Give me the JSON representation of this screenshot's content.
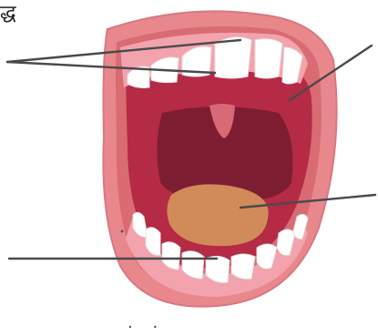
{
  "labels": {
    "top_left_text": "द्ध",
    "bottom_partial_text": ". ."
  },
  "colors": {
    "lip": "#e9888c",
    "lip_inner": "#d96b72",
    "mouth_cavity": "#b52a45",
    "throat": "#7d1d32",
    "uvula": "#d86a78",
    "tongue": "#d18a5a",
    "teeth": "#ffffff",
    "gums": "#f2a3ad",
    "pointer_line": "#4a4a4a"
  },
  "diagram": {
    "parts": [
      "lips",
      "upper-teeth",
      "lower-teeth",
      "palate",
      "uvula",
      "throat",
      "tongue"
    ],
    "pointer_lines": 5
  }
}
